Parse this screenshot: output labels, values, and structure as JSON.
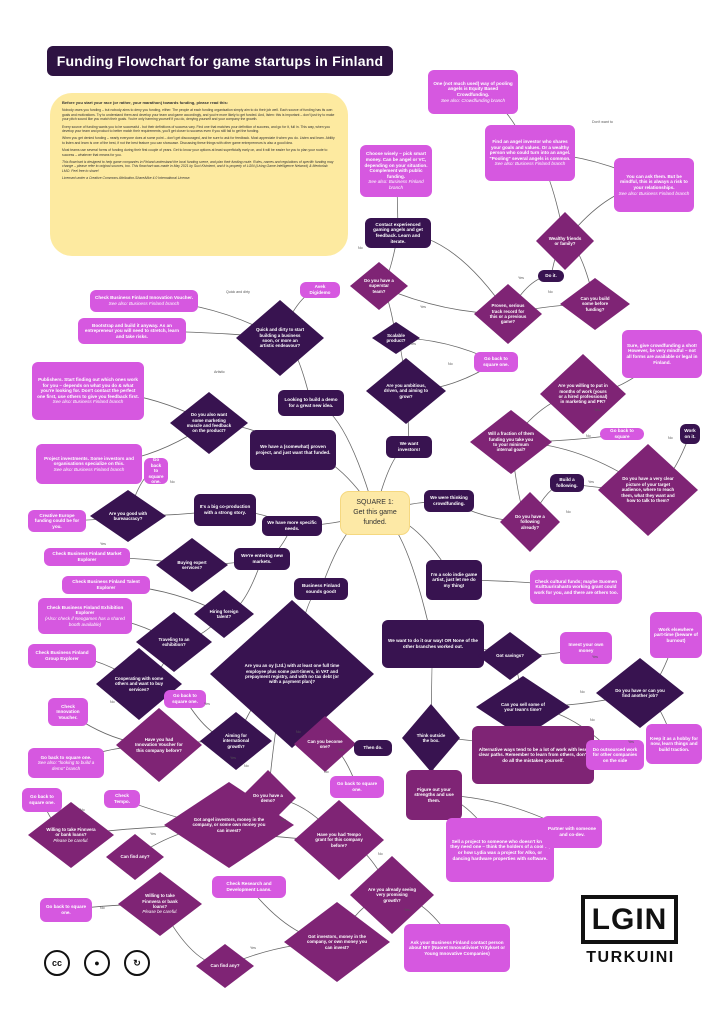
{
  "title": "Funding Flowchart for game startups in Finland",
  "intro": {
    "heading": "Before you start your race (or rather, your marathon) towards funding, please read this:",
    "p1": "Nobody owes you funding – but nobody aims to deny you funding, either. The people at each funding organisation simply aim to do their job well. Each source of funding has its own goals and motivations. Try to understand them and develop your team and game accordingly, and you're more likely to get funded. And, listen: this is important – don't just try to make your pitch sound like you match their goals. You're only harming yourself if you do, denying yourself and your company the growth.",
    "p2": "Every source of funding wants you to be successful - but their definitions of success vary. Find one that matches your definition of success, and go for it, full in. This way, when you develop your team and product to better match their requirements, you'll get closer to success even if you still fail to get the funding.",
    "p3": "When you get denied funding – nearly everyone does at some point – don't get discouraged, and be sure to ask for feedback. Most appreciate it when you do. Listen and learn. Ability to listen and learn is one of the best, if not the best feature you can showcase. Discussing these things with other game entrepreneurs is also a good idea.",
    "p4": "Most teams use several forms of funding during their first couple of years. Get to know your options at least superficially early on, and it will be easier for you to plan your route to success – whatever that means for you.",
    "p5": "This flowchart is designed to help game companies in Finland understand the local funding scene, and plan their funding route. Rules, names and regulations of specific funding may change – please refer to original sources, too. This flowchart was made in May 2021 by Suvi Kiviniemi, and it is property of LGIN (Living Game Intelligence Network) & Mentorlab LMO. Feel free to share!",
    "p6": "Licensed under a Creative Commons Attribution-ShareAlike 4.0 International License."
  },
  "start": {
    "line1": "SQUARE 1:",
    "line2": "Get this game funded."
  },
  "nodes": [
    {
      "id": "angel_equity",
      "text": "One (not much used) way of pooling angels is Equity Based Crowdfunding.",
      "see": "See also: Crowdfunding branch"
    },
    {
      "id": "angel_investor",
      "text": "Find an angel investor who shares your goals and values. Or a wealthy person who could turn into an angel. \"Pooling\" several angels is common.",
      "see": "See also: Business Finland branch"
    },
    {
      "id": "ask_them",
      "text": "You can ask them. But be mindful, this is always a risk to your relationships.",
      "see": "See also: Business Finland branch"
    },
    {
      "id": "choose_wisely",
      "text": "Choose wisely – pick smart money. Can be angel or VC, depending on your situation. Complement with public funding.",
      "see": "See also: Business Finland branch"
    },
    {
      "id": "contact_angels",
      "text": "Contact experienced gaming angels and get feedback. Learn and iterate."
    },
    {
      "id": "wealthy",
      "text": "Wealthy friends or family?"
    },
    {
      "id": "doit",
      "text": "Do it."
    },
    {
      "id": "build_before",
      "text": "Can you build some before funding?"
    },
    {
      "id": "proven",
      "text": "Proven, serious track record for this or a previous game?"
    },
    {
      "id": "superstar",
      "text": "Do you have a superstar team?"
    },
    {
      "id": "scalable",
      "text": "Scalable product?"
    },
    {
      "id": "bf_innovation",
      "text": "Check Business Finland Innovation Voucher.",
      "see": "See also: Business Finland branch"
    },
    {
      "id": "avek",
      "text": "Avek Digidemo"
    },
    {
      "id": "quick_dirty",
      "text": "Quick and dirty to start building a business soon, or more an artistic endeavour?"
    },
    {
      "id": "bootstrap",
      "text": "Bootstrap and build it anyway. As an entrepreneur you will need to stretch, learn and take risks."
    },
    {
      "id": "back_sq_1",
      "text": "Go back to square one."
    },
    {
      "id": "ambitious",
      "text": "Are you ambitious, driven, and aiming to grow?"
    },
    {
      "id": "months_work",
      "text": "Are you willing to put in months of work (yours or a hired professional) in marketing and PR?"
    },
    {
      "id": "crowdfunding_tip",
      "text": "Sure, give crowdfunding a shot! However, be very mindful – not all forms are available or legal in Finland."
    },
    {
      "id": "publishers",
      "text": "Publishers. Start finding out which ones work for you – depends on what you do & what you're looking for. Don't contact the perfect one first, use others to give you feedback first.",
      "see": "See also: Business Finland branch"
    },
    {
      "id": "marketing_feedback",
      "text": "Do you also want some marketing muscle and feedback on the product?"
    },
    {
      "id": "demo_new",
      "text": "Looking to build a demo for a great new idea."
    },
    {
      "id": "proven_project",
      "text": "We have a (somewhat) proven project, and just want that funded."
    },
    {
      "id": "want_investors",
      "text": "We want investors!"
    },
    {
      "id": "fraction",
      "text": "Will a fraction of them funding you take you to your minimum internal goal?"
    },
    {
      "id": "back_sq_2",
      "text": "Go back to square"
    },
    {
      "id": "work_on",
      "text": "Work on it."
    },
    {
      "id": "clear_picture",
      "text": "Do you have a very clear picture of your target audience, where to reach them, what they want and how to talk to them?"
    },
    {
      "id": "project_investments",
      "text": "Project investments. Some investors and organisations specialize on this.",
      "see": "See also: Business Finland branch"
    },
    {
      "id": "back_sq_3",
      "text": "Go back to square one."
    },
    {
      "id": "build_following",
      "text": "Build a following."
    },
    {
      "id": "thinking_crowd",
      "text": "We were thinking crowdfunding."
    },
    {
      "id": "have_following",
      "text": "Do you have a following already?"
    },
    {
      "id": "creative_europe",
      "text": "Creative Europe funding could be for you."
    },
    {
      "id": "bureaucracy",
      "text": "Are you good with bureaucracy?"
    },
    {
      "id": "coproduction",
      "text": "It's a big co-production with a strong story."
    },
    {
      "id": "specific_needs",
      "text": "We have more specific needs."
    },
    {
      "id": "bf_market",
      "text": "Check Business Finland Market Explorer"
    },
    {
      "id": "expert_services",
      "text": "Buying expert services?"
    },
    {
      "id": "new_markets",
      "text": "We're entering new markets."
    },
    {
      "id": "solo_artist",
      "text": "I'm a solo indie game artist, just let me do my thing!"
    },
    {
      "id": "cultural_funds",
      "text": "Check cultural funds; maybe Suomen Kulttuurirahasto working grant could work for you, and there are others too."
    },
    {
      "id": "bf_talent",
      "text": "Check Business Finland Talent Explorer"
    },
    {
      "id": "hiring_foreign",
      "text": "Hiring foreign talent?"
    },
    {
      "id": "bf_sounds_good",
      "text": "Business Finland sounds good!"
    },
    {
      "id": "bf_exhibition",
      "text": "Check Business Finland Exhibition Explorer",
      "see": "(Also: check if Neogames has a shared booth available)"
    },
    {
      "id": "traveling",
      "text": "Traveling to an exhibition?"
    },
    {
      "id": "own_way",
      "text": "We want to do it our way! OR None of the other branches worked out."
    },
    {
      "id": "bf_group",
      "text": "Check Business Finland Group Explorer"
    },
    {
      "id": "cooperating",
      "text": "Cooperating with some others and want to buy services?"
    },
    {
      "id": "oy_ltd",
      "text": "Are you an oy (Ltd.) with at least one full time employee plus some part-timers, in VAT and prepayment registry, and with no tax debt (or with a payment plan)?"
    },
    {
      "id": "got_savings",
      "text": "Got savings?"
    },
    {
      "id": "invest_own",
      "text": "Invest your own money"
    },
    {
      "id": "work_elsewhere",
      "text": "Work elsewhere part-time (beware of burnout)"
    },
    {
      "id": "find_another_job",
      "text": "Do you have or can you find another job?"
    },
    {
      "id": "sell_time",
      "text": "Can you sell some of your team's time?"
    },
    {
      "id": "innovation_voucher",
      "text": "Check Innovation Voucher."
    },
    {
      "id": "back_sq_4",
      "text": "Go back to square one."
    },
    {
      "id": "had_voucher",
      "text": "Have you had Innovation Voucher for this company before?"
    },
    {
      "id": "aiming_growth",
      "text": "Aiming for international growth?"
    },
    {
      "id": "become_one",
      "text": "Can you become one?"
    },
    {
      "id": "then_do",
      "text": "Then do."
    },
    {
      "id": "think_outside",
      "text": "Think outside the box."
    },
    {
      "id": "alternative_ways",
      "text": "Alternative ways tend to be a lot of work with less clear paths. Remember to learn from others, don't do all the mistakes yourself."
    },
    {
      "id": "outsourced",
      "text": "Do outsourced work for other companies on the side"
    },
    {
      "id": "hobby",
      "text": "Keep it as a hobby for now, learn things and build traction."
    },
    {
      "id": "back_sq_5",
      "text": "Go back to square one.",
      "see": "See also: \"looking to build a demo\" branch"
    },
    {
      "id": "back_sq_6",
      "text": "Go back to square one."
    },
    {
      "id": "check_tempo",
      "text": "Check Tempo."
    },
    {
      "id": "have_demo",
      "text": "Do you have a demo?"
    },
    {
      "id": "back_sq_7",
      "text": "Go back to square one."
    },
    {
      "id": "figure_out",
      "text": "Figure out your strengths and use them."
    },
    {
      "id": "take_finnvera",
      "text": "Willing to take Finnvera or bank loans?",
      "see": "Please be careful."
    },
    {
      "id": "angel_investors",
      "text": "Got angel investors, money in the company, or some own money you can invest?"
    },
    {
      "id": "had_tempo",
      "text": "Have you had Tempo grant for this company before?"
    },
    {
      "id": "sell_project",
      "text": "Sell a project to someone who doesn't know they need one – think the holders of a cool IP, or how Lydia was a project for Alko, or dancing hardware properties with software."
    },
    {
      "id": "partner",
      "text": "Partner with someone and co-dev."
    },
    {
      "id": "find_any_1",
      "text": "Can find any?"
    },
    {
      "id": "research_dev",
      "text": "Check Research and Development Loans."
    },
    {
      "id": "promising_growth",
      "text": "Are you already seeing very promising growth?"
    },
    {
      "id": "back_sq_8",
      "text": "Go back to square one."
    },
    {
      "id": "take_finnvera_2",
      "text": "Willing to take Finnvera or bank loans?",
      "see": "Please be careful."
    },
    {
      "id": "got_investors",
      "text": "Got investors, money in the company, or own money you can invest?"
    },
    {
      "id": "ask_bf_contact",
      "text": "Ask your Business Finland contact person about NIY (Nuoret Innovatiiviset Yritykset or Young Innovative Companies)"
    },
    {
      "id": "find_any_2",
      "text": "Can find any?"
    }
  ],
  "edge_labels": {
    "yes": "Yes",
    "no": "No",
    "quick": "Quick and dirty",
    "artistic": "Artistic",
    "dont_want": "Don't want to"
  },
  "license_icons": [
    {
      "name": "creative-commons-icon",
      "glyph": "cc"
    },
    {
      "name": "attribution-icon",
      "glyph": "●"
    },
    {
      "name": "share-alike-icon",
      "glyph": "↻"
    }
  ],
  "logo": {
    "main": "LGIN",
    "sub": "TURKUINI"
  },
  "colors": {
    "dark": "#381350",
    "pink": "#d658e0",
    "purple": "#7f2475",
    "intro": "#fdeaa0"
  }
}
